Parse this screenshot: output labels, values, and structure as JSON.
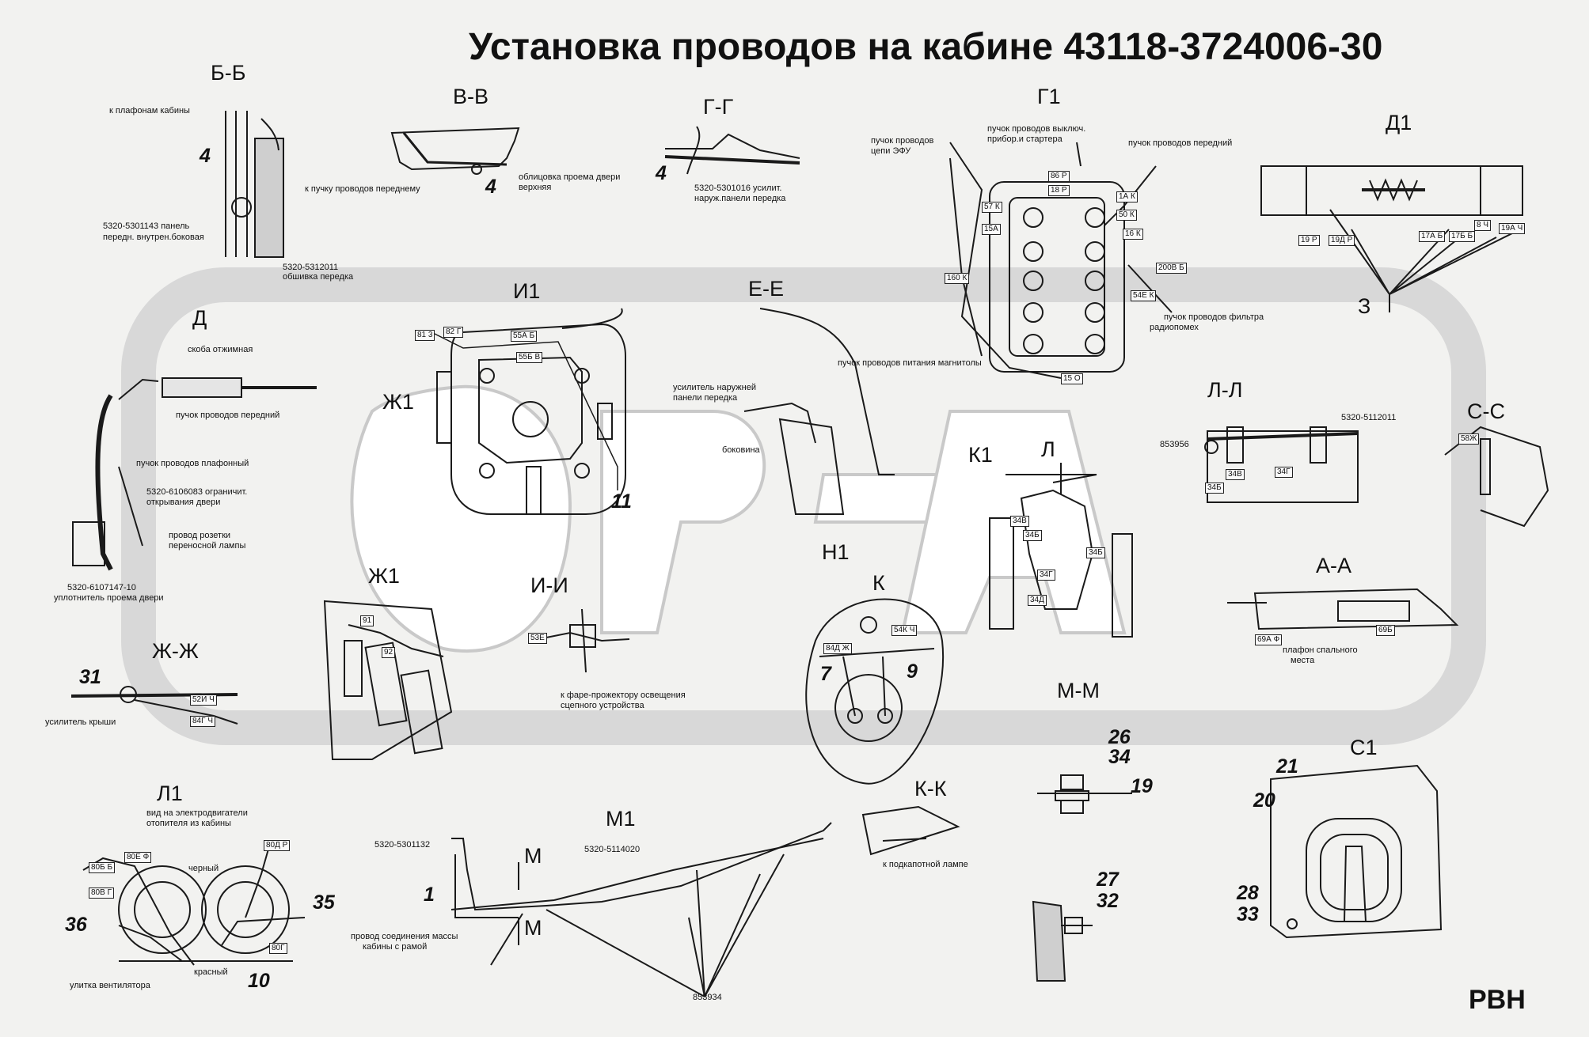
{
  "title": "Установка проводов на кабине 43118-3724006-30",
  "code": "РВН",
  "colors": {
    "line": "#1a1a1a",
    "watermark": "#d8d8d8",
    "background": "#f2f2f0"
  },
  "sections": {
    "bb": "Б-Б",
    "vv": "В-В",
    "gg": "Г-Г",
    "g1": "Г1",
    "d1": "Д1",
    "i1": "И1",
    "ee": "Е-Е",
    "d": "Д",
    "zh1a": "Ж1",
    "zh1b": "Ж1",
    "ii": "И-И",
    "zhzh": "Ж-Ж",
    "ll": "Л-Л",
    "ss": "С-С",
    "k1": "К1",
    "l": "Л",
    "n1": "Н1",
    "k": "К",
    "aa": "А-А",
    "mm": "М-М",
    "l1": "Л1",
    "m1": "М1",
    "kk": "К-К",
    "s1": "С1",
    "m_top": "М",
    "m_bottom": "М",
    "z": "З"
  },
  "notes": {
    "bb_1": "к плафонам кабины",
    "bb_2": "5320-5301143 панель",
    "bb_3": "передн. внутрен.боковая",
    "bb_4": "5320-5312011",
    "bb_5": "обшивка передка",
    "vv_1": "облицовка проема двери",
    "vv_2": "верхняя",
    "vv_3": "к пучку проводов переднему",
    "gg_1": "5320-5301016 усилит.",
    "gg_2": "наруж.панели передка",
    "g1_1": "пучок проводов",
    "g1_2": "цепи ЭФУ",
    "g1_3": "пучок проводов выключ.",
    "g1_4": "прибор.и стартера",
    "g1_5": "пучок проводов передний",
    "g1_6": "пучок проводов фильтра",
    "g1_7": "радиопомех",
    "g1_8": "пучок проводов питания магнитолы",
    "d_1": "скоба отжимная",
    "d_2": "пучок проводов передний",
    "d_3": "пучок проводов плафонный",
    "d_4": "5320-6106083 ограничит.",
    "d_5": "открывания двери",
    "d_6": "провод розетки",
    "d_7": "переносной лампы",
    "d_8": "5320-6107147-10",
    "d_9": "уплотнитель проема двери",
    "ee_1": "усилитель наружней",
    "ee_2": "панели передка",
    "ee_3": "боковина",
    "ii_1": "к фаре-прожектору освещения",
    "ii_2": "сцепного устройства",
    "zhzh_1": "усилитель крыши",
    "ll_1": "5320-5112011",
    "ll_2": "853956",
    "aa_1": "плафон спального",
    "aa_2": "места",
    "l1_1": "вид на электродвигатели",
    "l1_2": "отопителя из кабины",
    "l1_3": "черный",
    "l1_4": "красный",
    "l1_5": "улитка вентилятора",
    "m1_1": "5320-5301132",
    "m1_2": "5320-5114020",
    "m1_3": "провод соединения массы",
    "m1_4": "кабины с рамой",
    "m1_5": "853934",
    "kk_1": "к подкапотной лампе"
  },
  "numbers": {
    "n4a": "4",
    "n4b": "4",
    "n4c": "4",
    "n11": "11",
    "n31": "31",
    "n7": "7",
    "n9": "9",
    "n26": "26",
    "n34": "34",
    "n19": "19",
    "n21": "21",
    "n20": "20",
    "n28": "28",
    "n33": "33",
    "n27": "27",
    "n32": "32",
    "n1": "1",
    "n36": "36",
    "n35": "35",
    "n10": "10"
  },
  "wire_tags": {
    "t86r": "86 Р",
    "t18r": "18 Р",
    "t57k": "57 К",
    "t15a": "15А",
    "t1ak": "1А К",
    "t50k": "50 К",
    "t16k": "16 К",
    "t160k": "160 К",
    "t200vb": "200В Б",
    "t54ek": "54Е К",
    "t15o": "15 О",
    "t19r": "19 Р",
    "t19dr": "19Д Р",
    "t17ab": "17А Б",
    "t17bb": "17Б Б",
    "t8ch": "8 Ч",
    "t19ach": "19А Ч",
    "t813": "81 3",
    "t82g": "82 Г",
    "t55ab": "55А Б",
    "t55bv": "55Б В",
    "t91": "91",
    "t92": "92",
    "t53e": "53Е",
    "t52ich": "52И Ч",
    "t84gch": "84Г Ч",
    "t34v": "34В",
    "t34b": "34Б",
    "t34g": "34Г",
    "t34d": "34Д",
    "t58zh": "58Ж",
    "t84zh": "84Д Ж",
    "t54kch": "54К Ч",
    "t69af": "69А Ф",
    "t69b": "69Б",
    "t80eb": "80Б Б",
    "t80ef": "80Е Ф",
    "t80vg": "80В Г",
    "t80dr": "80Д Р",
    "t80g": "80Г"
  }
}
